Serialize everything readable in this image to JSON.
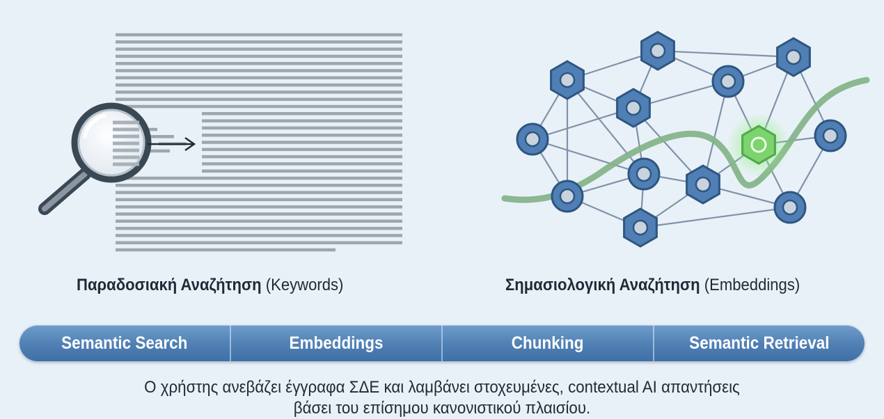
{
  "left_panel": {
    "caption_bold": "Παραδοσιακή Αναζήτηση",
    "caption_light": "(Keywords)"
  },
  "right_panel": {
    "caption_bold": "Σημασιολογική Αναζήτηση",
    "caption_light": "(Embeddings)"
  },
  "tabs": [
    {
      "label": "Semantic Search"
    },
    {
      "label": "Embeddings"
    },
    {
      "label": "Chunking"
    },
    {
      "label": "Semantic Retrieval"
    }
  ],
  "description": {
    "line1": "Ο χρήστης ανεβάζει έγγραφα ΣΔΕ και λαμβάνει στοχευμένες, contextual AI απαντήσεις",
    "line2": "βάσει του επίσημου κανονιστικού πλαισίου."
  },
  "colors": {
    "background": "#e9f1f8",
    "text_lines": "#9ea6ae",
    "node_fill": "#4f7fb5",
    "node_stroke": "#2e5680",
    "edge": "#7f92a8",
    "path": "#86b48a",
    "highlight_glow": "#7bd77a",
    "tab_bar": "#4f7fb3"
  },
  "icons": {
    "search": "magnifier-icon",
    "arrow": "arrow-right-icon"
  }
}
